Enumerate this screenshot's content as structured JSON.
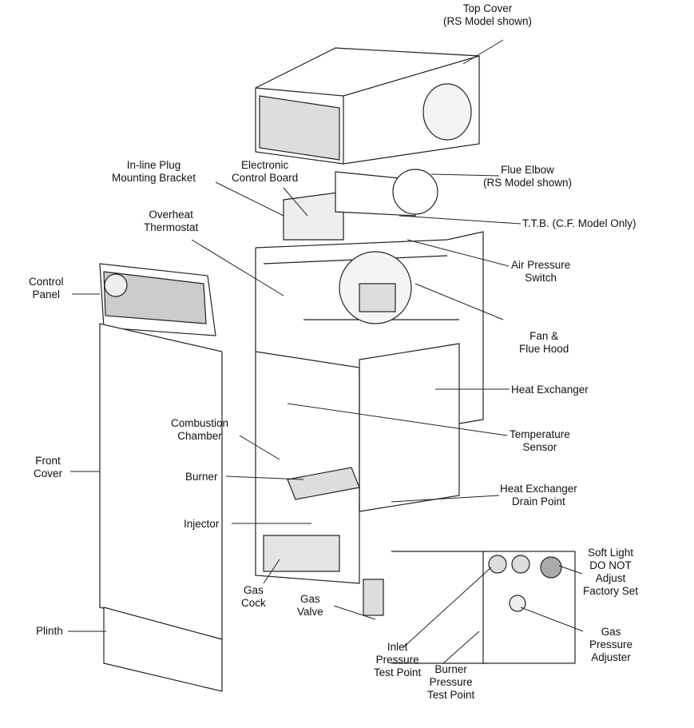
{
  "labels": {
    "top_cover": [
      "Top Cover",
      "(RS Model shown)"
    ],
    "flue_elbow": [
      "Flue Elbow",
      "(RS Model shown)"
    ],
    "ttb": "T.T.B. (C.F. Model Only)",
    "air_pressure_switch": [
      "Air Pressure",
      "Switch"
    ],
    "fan_flue_hood": [
      "Fan &",
      "Flue Hood"
    ],
    "heat_exchanger": "Heat Exchanger",
    "temperature_sensor": [
      "Temperature",
      "Sensor"
    ],
    "heat_exchanger_drain": [
      "Heat Exchanger",
      "Drain Point"
    ],
    "soft_light": [
      "Soft Light",
      "DO NOT",
      "Adjust",
      "Factory Set"
    ],
    "gas_pressure_adjuster": [
      "Gas",
      "Pressure",
      "Adjuster"
    ],
    "burner_pressure_test_point": [
      "Burner",
      "Pressure",
      "Test Point"
    ],
    "inlet_pressure_test_point": [
      "Inlet",
      "Pressure",
      "Test Point"
    ],
    "gas_valve": [
      "Gas",
      "Valve"
    ],
    "gas_cock": [
      "Gas",
      "Cock"
    ],
    "injector": "Injector",
    "burner": "Burner",
    "combustion_chamber": [
      "Combustion",
      "Chamber"
    ],
    "inline_plug": [
      "In-line Plug",
      "Mounting Bracket"
    ],
    "control_board": [
      "Electronic",
      "Control Board"
    ],
    "overheat_thermostat": [
      "Overheat",
      "Thermostat"
    ],
    "control_panel": [
      "Control",
      "Panel"
    ],
    "front_cover": [
      "Front",
      "Cover"
    ],
    "plinth": "Plinth"
  }
}
